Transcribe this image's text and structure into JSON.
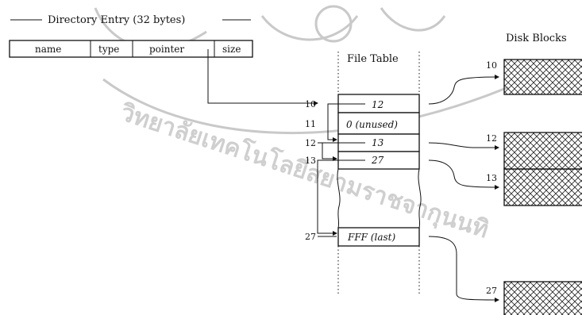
{
  "directory_entry": {
    "title": "Directory Entry (32 bytes)",
    "fields": [
      "name",
      "type",
      "pointer",
      "size"
    ]
  },
  "file_table": {
    "title": "File Table",
    "row_indices": [
      "10",
      "11",
      "12",
      "13",
      "27"
    ],
    "entries": [
      "12",
      "0 (unused)",
      "13",
      "27",
      "FFF (last)"
    ]
  },
  "disk_blocks": {
    "title": "Disk Blocks",
    "block_labels": [
      "10",
      "12",
      "13",
      "27"
    ]
  },
  "watermark": {
    "text": "วิทยาลัยเทคโนโลยีสยามราชจากุนนทิ"
  }
}
